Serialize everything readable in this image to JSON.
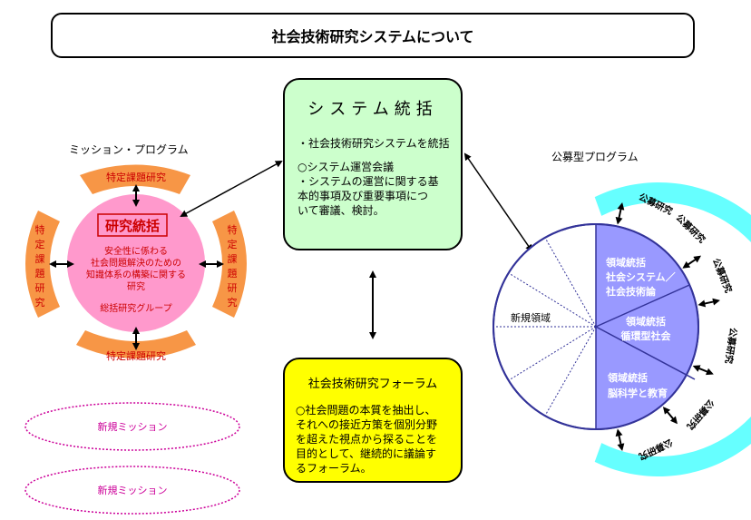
{
  "header": {
    "title": "社会技術研究システムについて"
  },
  "labels": {
    "mission_program": "ミッション・プログラム",
    "public_program": "公募型プログラム"
  },
  "system_box": {
    "title": "システム統括",
    "line1": "・社会技術研究システムを統括",
    "line2": "○システム運営会議",
    "line3": "・システムの運営に関する基",
    "line4": "本的事項及び重要事項につ",
    "line5": "いて審議、検討。"
  },
  "mission": {
    "center_title": "研究統括",
    "center_line1": "安全性に係わる",
    "center_line2": "社会問題解決のための",
    "center_line3": "知識体系の構築に関する",
    "center_line4": "研究",
    "center_group": "総括研究グループ",
    "top_arc": "特定課題研究",
    "bottom_arc": "特定課題研究",
    "left_arc": [
      "特",
      "定",
      "課",
      "題",
      "研",
      "究"
    ],
    "right_arc": [
      "特",
      "定",
      "課",
      "題",
      "研",
      "究"
    ],
    "new_mission_1": "新規ミッション",
    "new_mission_2": "新規ミッション"
  },
  "forum": {
    "title": "社会技術研究フォーラム",
    "line1": "○社会問題の本質を抽出し、",
    "line2": "それへの接近方策を個別分野",
    "line3": "を超えた視点から探ることを",
    "line4": "目的として、継続的に議論す",
    "line5": "るフォーラム。"
  },
  "public": {
    "new_area": "新規領域",
    "seg1_line1": "領域統括",
    "seg1_line2": "社会システム／",
    "seg1_line3": "社会技術論",
    "seg2_line1": "領域統括",
    "seg2_line2": "循環型社会",
    "seg3_line1": "領域統括",
    "seg3_line2": "脳科学と教育",
    "koubo_labels": [
      "公募研究",
      "公募研究",
      "公募研究",
      "公募研究",
      "公募研究",
      "公募研究"
    ]
  },
  "colors": {
    "system_fill": "#ccffcc",
    "forum_fill": "#ffff00",
    "mission_circle": "#ff99cc",
    "arc_fill": "#f79646",
    "mission_text": "#cc0000",
    "public_fill": "#9999ff",
    "public_stroke": "#333399",
    "koubo_fill": "#66ffff",
    "new_mission_stroke": "#cc0099"
  }
}
